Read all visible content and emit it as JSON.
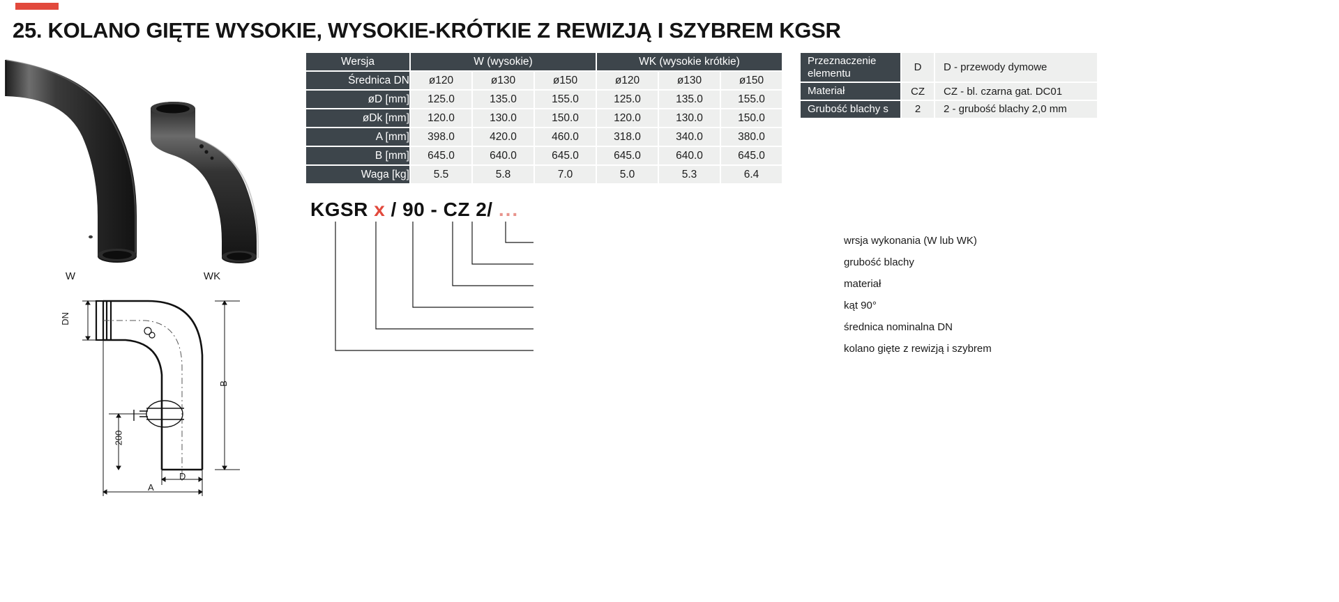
{
  "header": {
    "title": "25.  KOLANO GIĘTE WYSOKIE, WYSOKIE-KRÓTKIE Z REWIZJĄ I SZYBREM KGSR",
    "accent_color": "#e2493c"
  },
  "photos": {
    "caption_left": "W",
    "caption_right": "WK"
  },
  "main_table": {
    "version_label": "Wersja",
    "group_w": "W (wysokie)",
    "group_wk": "WK (wysokie krótkie)",
    "rows": [
      {
        "label": "Średnica DN",
        "values": [
          "ø120",
          "ø130",
          "ø150",
          "ø120",
          "ø130",
          "ø150"
        ]
      },
      {
        "label": "øD [mm]",
        "values": [
          "125.0",
          "135.0",
          "155.0",
          "125.0",
          "135.0",
          "155.0"
        ]
      },
      {
        "label": "øDk [mm]",
        "values": [
          "120.0",
          "130.0",
          "150.0",
          "120.0",
          "130.0",
          "150.0"
        ]
      },
      {
        "label": "A [mm]",
        "values": [
          "398.0",
          "420.0",
          "460.0",
          "318.0",
          "340.0",
          "380.0"
        ]
      },
      {
        "label": "B [mm]",
        "values": [
          "645.0",
          "640.0",
          "645.0",
          "645.0",
          "640.0",
          "645.0"
        ]
      },
      {
        "label": "Waga [kg]",
        "values": [
          "5.5",
          "5.8",
          "7.0",
          "5.0",
          "5.3",
          "6.4"
        ]
      }
    ]
  },
  "side_table": {
    "rows": [
      {
        "label": "Przeznaczenie elementu",
        "code": "D",
        "desc": "D - przewody dymowe"
      },
      {
        "label": "Materiał",
        "code": "CZ",
        "desc": "CZ - bl. czarna gat. DC01"
      },
      {
        "label": "Grubość blachy s",
        "code": "2",
        "desc": "2 - grubość blachy 2,0 mm"
      }
    ]
  },
  "code_notation": {
    "prefix": "KGSR",
    "variable": "x",
    "segment_1": "/ 90 - CZ 2/",
    "dots": "...",
    "callouts": [
      "wrsja wykonania (W lub WK)",
      "grubość blachy",
      "materiał",
      "kąt 90°",
      "średnica nominalna DN",
      "kolano gięte z rewizją i szybrem"
    ]
  },
  "drawing": {
    "dim_dn": "DN",
    "dim_b": "B",
    "dim_a": "A",
    "dim_d": "D",
    "dim_200": "200"
  }
}
